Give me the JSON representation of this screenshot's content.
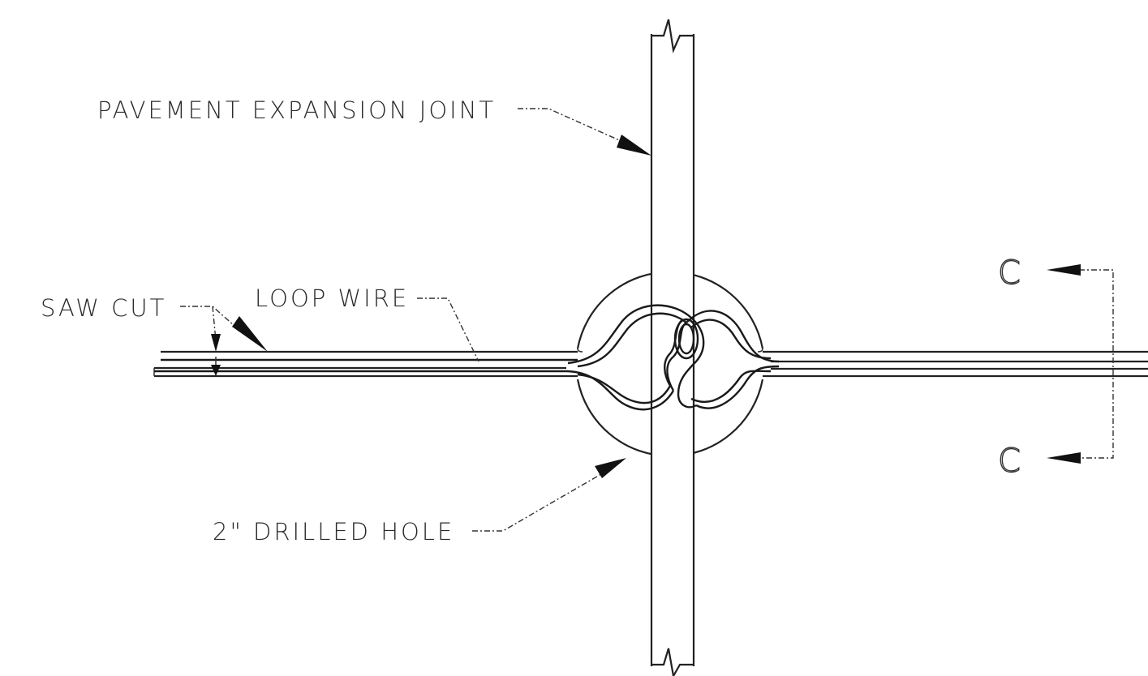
{
  "labels": {
    "expansion_joint": "PAVEMENT EXPANSION JOINT",
    "loop_wire": "LOOP WIRE",
    "saw_cut": "SAW CUT",
    "drilled_hole": "2\" DRILLED HOLE",
    "section_top": "C",
    "section_bottom": "C"
  }
}
